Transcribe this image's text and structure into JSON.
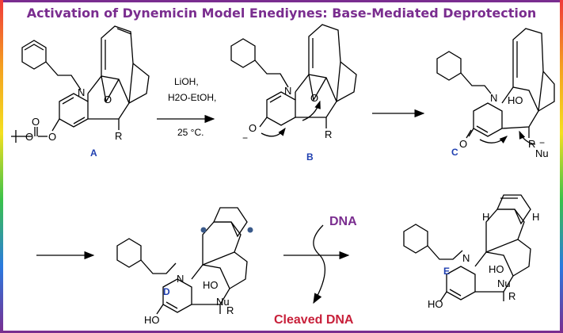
{
  "title": "Activation of Dynemicin Model Enediynes: Base-Mediated Deprotection",
  "colors": {
    "title": "#7a2d8f",
    "label": "#1f3fb0",
    "dna": "#7a2d8f",
    "cleaved": "#c8203a",
    "radical": "#3a5a8a"
  },
  "conditions": {
    "line1": "LiOH,",
    "line2": "H2O-EtOH,",
    "line3": "25 °C."
  },
  "compounds": {
    "a": "A",
    "b": "B",
    "c": "C",
    "d": "D",
    "e": "E"
  },
  "atoms": {
    "n": "N",
    "o": "O",
    "ho": "HO",
    "r": "R",
    "nu": "Nu",
    "h": "H",
    "minus": "−"
  },
  "dna": {
    "label": "DNA",
    "cleaved": "Cleaved DNA"
  }
}
